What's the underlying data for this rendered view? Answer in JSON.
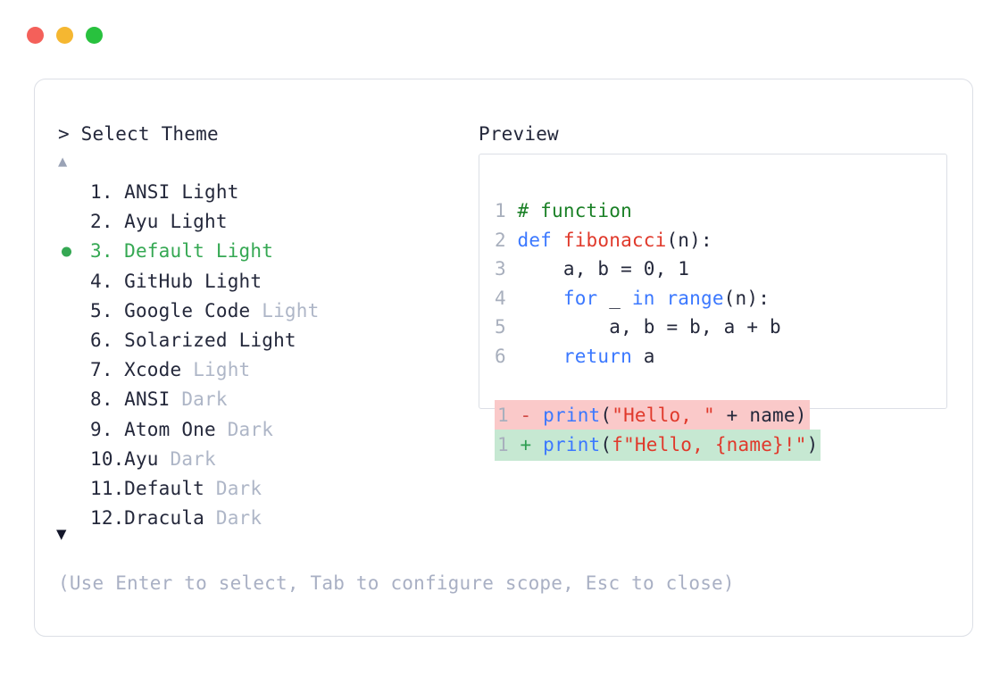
{
  "window": {
    "traffic_lights": [
      {
        "name": "close",
        "color": "#f4605a"
      },
      {
        "name": "minimize",
        "color": "#f5b731"
      },
      {
        "name": "maximize",
        "color": "#28c13e"
      }
    ]
  },
  "prompt": {
    "marker": ">",
    "title": "Select Theme",
    "full": "> Select Theme"
  },
  "preview": {
    "label": "Preview"
  },
  "scroll": {
    "up_icon": "▲",
    "down_icon": "▼"
  },
  "theme_list": {
    "selected_index": 3,
    "items": [
      {
        "index": "1.",
        "name": "ANSI",
        "variant": "Light",
        "variant_muted": false,
        "selected": false
      },
      {
        "index": "2.",
        "name": "Ayu",
        "variant": "Light",
        "variant_muted": false,
        "selected": false
      },
      {
        "index": "3.",
        "name": "Default",
        "variant": "Light",
        "variant_muted": false,
        "selected": true
      },
      {
        "index": "4.",
        "name": "GitHub",
        "variant": "Light",
        "variant_muted": false,
        "selected": false
      },
      {
        "index": "5.",
        "name": "Google Code",
        "variant": "Light",
        "variant_muted": true,
        "selected": false
      },
      {
        "index": "6.",
        "name": "Solarized",
        "variant": "Light",
        "variant_muted": false,
        "selected": false
      },
      {
        "index": "7.",
        "name": "Xcode",
        "variant": "Light",
        "variant_muted": true,
        "selected": false
      },
      {
        "index": "8.",
        "name": "ANSI",
        "variant": "Dark",
        "variant_muted": true,
        "selected": false
      },
      {
        "index": "9.",
        "name": "Atom One",
        "variant": "Dark",
        "variant_muted": true,
        "selected": false
      },
      {
        "index": "10.",
        "name": "Ayu",
        "variant": "Dark",
        "variant_muted": true,
        "selected": false
      },
      {
        "index": "11.",
        "name": "Default",
        "variant": "Dark",
        "variant_muted": true,
        "selected": false
      },
      {
        "index": "12.",
        "name": "Dracula",
        "variant": "Dark",
        "variant_muted": true,
        "selected": false
      }
    ]
  },
  "code_preview": {
    "lines": [
      {
        "n": "1",
        "tokens": [
          {
            "t": "# function",
            "c": "comment"
          }
        ]
      },
      {
        "n": "2",
        "tokens": [
          {
            "t": "def ",
            "c": "kw"
          },
          {
            "t": "fibonacci",
            "c": "fn"
          },
          {
            "t": "(n):",
            "c": "plain"
          }
        ]
      },
      {
        "n": "3",
        "tokens": [
          {
            "t": "    a, b = ",
            "c": "plain"
          },
          {
            "t": "0",
            "c": "num"
          },
          {
            "t": ", ",
            "c": "plain"
          },
          {
            "t": "1",
            "c": "num"
          }
        ]
      },
      {
        "n": "4",
        "tokens": [
          {
            "t": "    ",
            "c": "plain"
          },
          {
            "t": "for",
            "c": "kw"
          },
          {
            "t": " _ ",
            "c": "plain"
          },
          {
            "t": "in ",
            "c": "kw"
          },
          {
            "t": "range",
            "c": "kw"
          },
          {
            "t": "(n):",
            "c": "plain"
          }
        ]
      },
      {
        "n": "5",
        "tokens": [
          {
            "t": "        a, b = b, a + b",
            "c": "plain"
          }
        ]
      },
      {
        "n": "6",
        "tokens": [
          {
            "t": "    ",
            "c": "plain"
          },
          {
            "t": "return",
            "c": "kw"
          },
          {
            "t": " a",
            "c": "plain"
          }
        ]
      }
    ],
    "diff": [
      {
        "n": "1",
        "sign": "-",
        "kind": "del",
        "tokens": [
          {
            "t": "print",
            "c": "kw"
          },
          {
            "t": "(",
            "c": "plain"
          },
          {
            "t": "\"Hello, \"",
            "c": "str"
          },
          {
            "t": " + name)",
            "c": "plain"
          }
        ]
      },
      {
        "n": "1",
        "sign": "+",
        "kind": "add",
        "tokens": [
          {
            "t": "print",
            "c": "kw"
          },
          {
            "t": "(",
            "c": "plain"
          },
          {
            "t": "f\"Hello, {name}!\"",
            "c": "str"
          },
          {
            "t": ")",
            "c": "plain"
          }
        ]
      }
    ]
  },
  "hint": {
    "text": "(Use Enter to select, Tab to configure scope, Esc to close)"
  },
  "colors": {
    "border": "#dcdfe6",
    "text": "#24283b",
    "muted": "#aeb6c7",
    "hint": "#a9b0c4",
    "accent_green": "#35a853",
    "line_number": "#a8afbd",
    "comment": "#1a8026",
    "keyword": "#3b78ff",
    "function": "#e0392b",
    "string": "#e0392b",
    "diff_del_bg": "#fac9c9",
    "diff_add_bg": "#c6e8d2"
  }
}
